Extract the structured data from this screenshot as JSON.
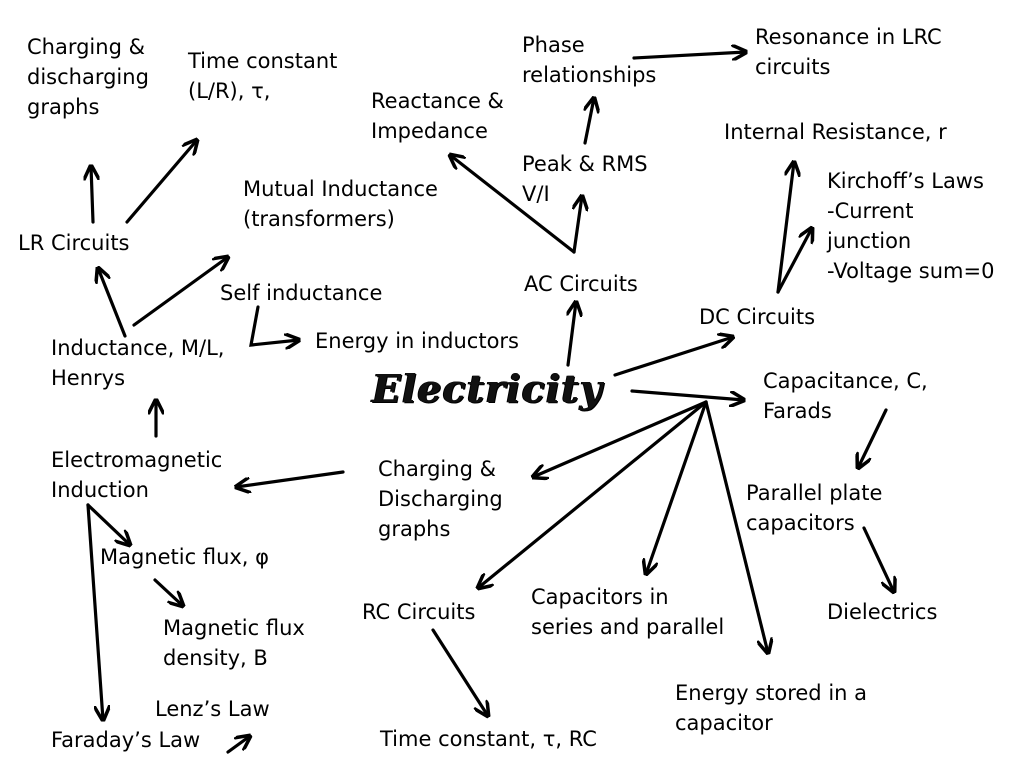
{
  "central": "Electricity",
  "nodes": {
    "charging_discharging_lr": [
      "Charging &",
      "discharging",
      "graphs"
    ],
    "time_constant_lr": [
      "Time constant",
      "(L/R), τ,"
    ],
    "lr_circuits": [
      "LR Circuits"
    ],
    "mutual_inductance": [
      "Mutual Inductance",
      "(transformers)"
    ],
    "self_inductance": [
      "Self inductance"
    ],
    "energy_inductors": [
      "Energy in inductors"
    ],
    "inductance": [
      "Inductance, M/L,",
      "Henrys"
    ],
    "em_induction": [
      "Electromagnetic",
      "Induction"
    ],
    "magnetic_flux": [
      "Magnetic flux, φ"
    ],
    "flux_density": [
      "Magnetic flux",
      "density, B"
    ],
    "lenz": [
      "Lenz’s Law"
    ],
    "faraday": [
      "Faraday’s Law"
    ],
    "reactance": [
      "Reactance &",
      "Impedance"
    ],
    "phase": [
      "Phase",
      "relationships"
    ],
    "resonance": [
      "Resonance in LRC",
      "circuits"
    ],
    "peak_rms": [
      "Peak & RMS",
      "V/I"
    ],
    "ac_circuits": [
      "AC Circuits"
    ],
    "internal_resistance": [
      "Internal Resistance, r"
    ],
    "kirchoff": [
      "Kirchoff’s Laws",
      "-Current",
      "junction",
      "-Voltage sum=0"
    ],
    "dc_circuits": [
      "DC Circuits"
    ],
    "capacitance": [
      "Capacitance, C,",
      "Farads"
    ],
    "parallel_plate": [
      "Parallel plate",
      "capacitors"
    ],
    "dielectrics": [
      "Dielectrics"
    ],
    "charging_discharging_rc": [
      "Charging &",
      "Discharging",
      "graphs"
    ],
    "rc_circuits": [
      "RC Circuits"
    ],
    "capacitors_series": [
      "Capacitors in",
      "series and parallel"
    ],
    "energy_capacitor": [
      "Energy stored in a",
      "capacitor"
    ],
    "time_constant_rc": [
      "Time constant, τ, RC"
    ]
  }
}
